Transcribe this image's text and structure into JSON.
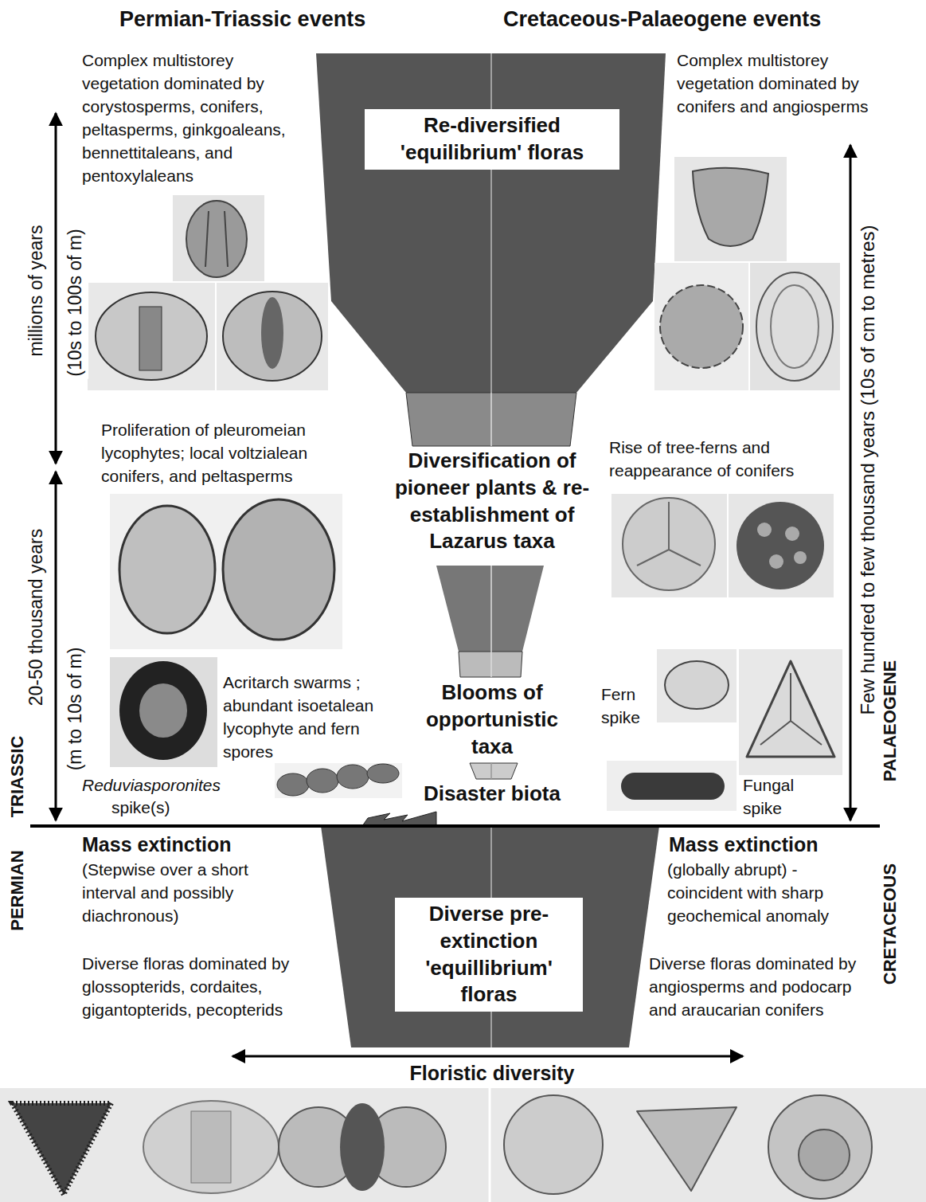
{
  "diagram": {
    "nodes": [
      {
        "text": [
          "Re-diversified 'equilibrium' floras"
        ]
      },
      {
        "text": [
          "Diverse pre-extinction 'equillibrium' floras"
        ]
      }
    ],
    "labels": [
      "Permian-Triassic events",
      "Cretaceous-Palaeogene events",
      "Complex multistorey vegetation dominated by corystosperms, conifers, peltasperms, ginkgoaleans, bennettitaleans, and pentoxylaleans",
      "Complex multistorey vegetation dominated by conifers and angiosperms",
      "millions of years",
      "(10s to 100s of m)",
      "Proliferation of pleuromeian lycophytes; local voltzialean conifers, and peltasperms",
      "Diversification of pioneer plants & re-establishment of Lazarus taxa",
      "Rise of tree-ferns and reappearance of conifers",
      "TRIASSIC",
      "20-50 thousand years",
      "(m to 10s of m)",
      "Acritarch swarms ; abundant isoetalean lycophyte and fern spores",
      "Blooms of opportunistic taxa",
      "Fern spike",
      "Reduviasporonites",
      "spike(s)",
      "Disaster biota",
      "Fungal spike",
      "Few hundred to few thousand years (10s of cm to metres)",
      "PALAEOGENE",
      "PERMIAN",
      "Mass extinction",
      "(Stepwise over a short interval and possibly diachronous)",
      "Mass extinction",
      "(globally abrupt) - coincident with sharp geochemical anomaly",
      "CRETACEOUS",
      "Diverse floras dominated by glossopterids, cordaites, gigantopterids, pecopterids",
      "Diverse floras dominated by angiosperms and podocarp and araucarian conifers",
      "Floristic diversity"
    ]
  }
}
